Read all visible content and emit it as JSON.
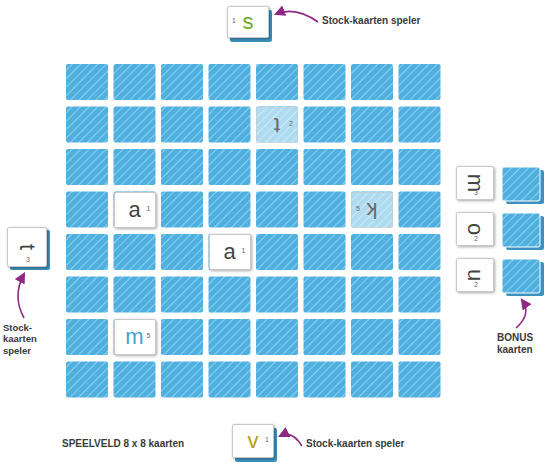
{
  "diagram": {
    "nodes": [
      {
        "text": [
          "s",
          "1"
        ]
      },
      {
        "text": [
          "t",
          "2"
        ]
      },
      {
        "text": [
          "m",
          "3"
        ]
      },
      {
        "text": [
          "a",
          "1"
        ]
      },
      {
        "text": [
          "k",
          "5"
        ]
      },
      {
        "text": [
          "t",
          "3"
        ]
      },
      {
        "text": [
          "o",
          "2"
        ]
      },
      {
        "text": [
          "a",
          "1"
        ]
      },
      {
        "text": [
          "u",
          "2"
        ]
      },
      {
        "text": [
          "m",
          "5"
        ]
      },
      {
        "text": [
          "v",
          "1"
        ]
      }
    ],
    "labels": [
      "Stock-kaarten speler",
      "Stock-kaarten speler",
      "BONUS kaarten",
      "Stock-kaarten speler",
      "SPEELVELD 8 x 8 kaarten"
    ]
  }
}
